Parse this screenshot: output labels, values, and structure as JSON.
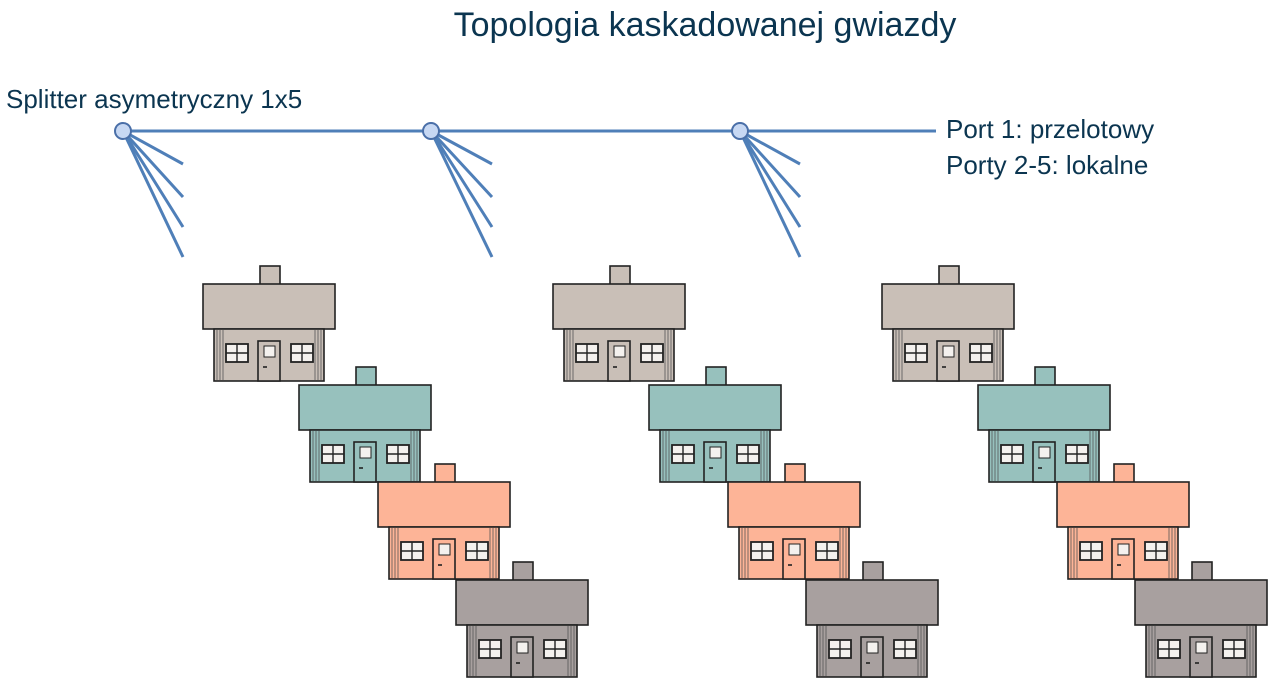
{
  "title": "Topologia kaskadowanej gwiazdy",
  "labels": {
    "splitter": "Splitter asymetryczny  1x5",
    "port_through": "Port 1: przelotowy",
    "ports_local": "Porty 2-5: lokalne"
  },
  "colors": {
    "text": "#0b3550",
    "fiber": "#4f7fb8",
    "fiber_end": "#35c4ea",
    "node_fill": "#c7d8f3",
    "node_stroke": "#4a6fa8",
    "house_beige": "#c9bfb7",
    "house_teal": "#97c1bd",
    "house_salmon": "#fdb497",
    "house_gray": "#a8a09f"
  },
  "stages": [
    {
      "splitter": "splitter-1",
      "houses": [
        "house_beige",
        "house_teal",
        "house_salmon",
        "house_gray"
      ]
    },
    {
      "splitter": "splitter-2",
      "houses": [
        "house_beige",
        "house_teal",
        "house_salmon",
        "house_gray"
      ]
    },
    {
      "splitter": "splitter-3",
      "houses": [
        "house_beige",
        "house_teal",
        "house_salmon",
        "house_gray"
      ]
    }
  ]
}
